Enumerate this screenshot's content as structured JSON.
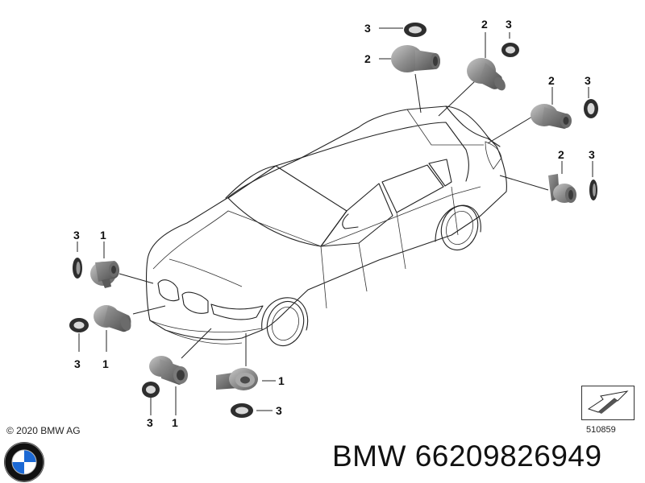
{
  "callouts": {
    "sensor": "1",
    "sensor_rear": "2",
    "ring": "3"
  },
  "footer": {
    "copyright": "© 2020 BMW AG",
    "reference_number": "510859",
    "part_number": "BMW 66209826949"
  },
  "colors": {
    "sensor_body": "#8a8a8a",
    "ring": "#3a3a3a",
    "logo_blue": "#1c69d4"
  }
}
